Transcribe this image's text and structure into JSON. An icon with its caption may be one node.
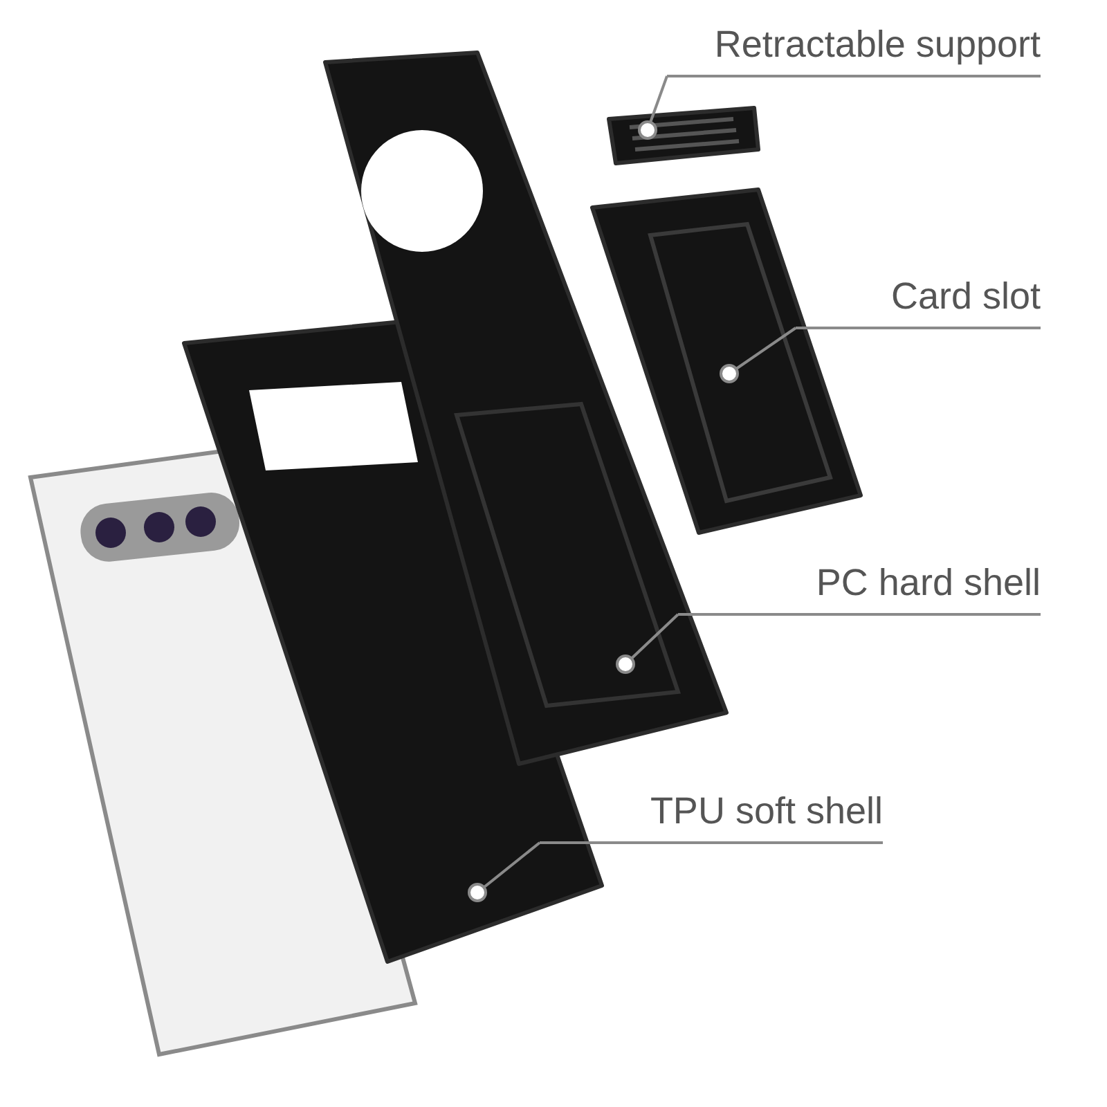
{
  "diagram": {
    "nodes": [
      {
        "text": [
          "Retractable support"
        ]
      },
      {
        "text": [
          "Card slot"
        ]
      },
      {
        "text": [
          "PC hard shell"
        ]
      },
      {
        "text": [
          "TPU soft shell"
        ]
      },
      {
        "text": [],
        "shape": "picture"
      },
      {
        "text": [],
        "shape": "picture"
      },
      {
        "text": [],
        "shape": "picture"
      },
      {
        "text": [],
        "shape": "picture"
      }
    ],
    "edges": [
      {
        "from": 0,
        "to": 4,
        "arrow": "other"
      },
      {
        "from": 1,
        "to": 5,
        "arrow": "other"
      },
      {
        "from": 2,
        "to": 6,
        "arrow": "other"
      },
      {
        "from": 3,
        "to": 7,
        "arrow": "other"
      }
    ]
  }
}
